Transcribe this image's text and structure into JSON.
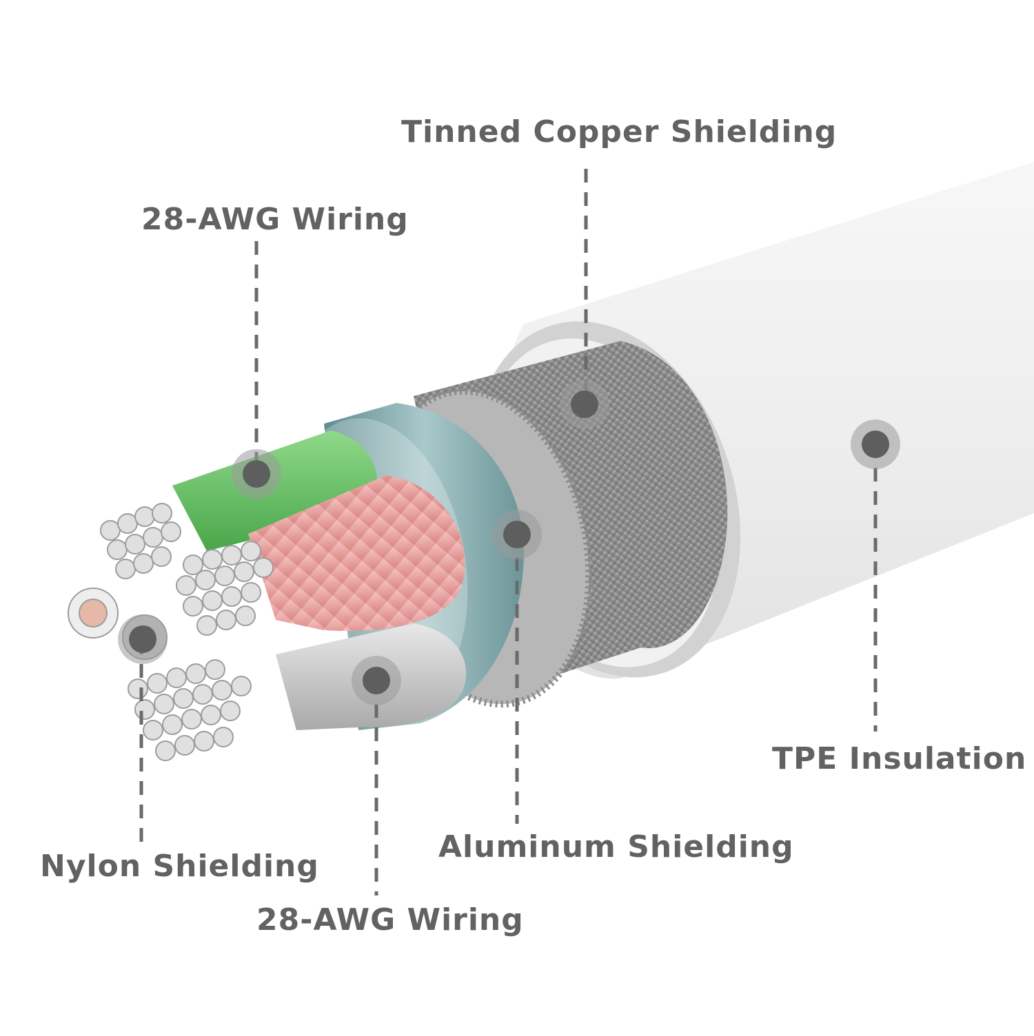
{
  "diagram": {
    "labels": {
      "tinned_copper": "Tinned Copper Shielding",
      "awg_top": "28-AWG Wiring",
      "tpe": "TPE Insulation",
      "aluminum": "Aluminum Shielding",
      "nylon": "Nylon Shielding",
      "awg_bottom": "28-AWG Wiring"
    },
    "colors": {
      "label_text": "#626262",
      "leader_line": "#6a6a6a",
      "jacket": "#f2f2f2",
      "copper_braid": "#9a9a9a",
      "aluminum_foil": "#7fa6a8",
      "green_wire": "#6cc06a",
      "pink_wire": "#e9a0a0",
      "grey_wire": "#cfcfcf",
      "strands": "#d9d9d9"
    }
  }
}
